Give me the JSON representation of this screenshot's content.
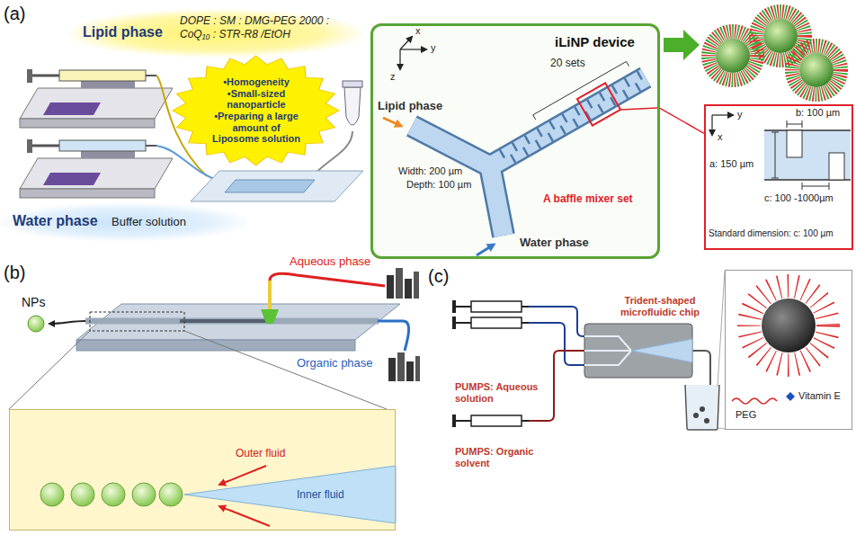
{
  "diagram": {
    "nodes": [
      {
        "text": [
          "Lipid phase",
          "DOPE : SM : DMG-PEG 2000 : CoQ₁₀ : STR-R8 /EtOH"
        ]
      },
      {
        "text": [
          "•Homogeneity",
          "•Small-sized nanoparticle",
          "•Preparing a large amount of Liposome solution"
        ]
      },
      {
        "text": [
          "Water phase",
          "Buffer solution"
        ]
      },
      {
        "text": [
          "iLiNP device",
          "20 sets",
          "Lipid phase",
          "Width: 200 µm",
          "Depth: 100 µm",
          "Water phase",
          "A baffle mixer set",
          "x",
          "y",
          "z"
        ]
      },
      {
        "text": [
          "y",
          "x",
          "b: 100 µm",
          "a: 150 µm",
          "c: 100 -1000µm",
          "Standard dimension: c: 100 µm"
        ]
      },
      {
        "text": [
          "Outer fluid",
          "Inner fluid"
        ]
      },
      {
        "text": [
          "Trident-shaped microfluidic chip"
        ]
      },
      {
        "text": [
          "PEG",
          "Vitamin E"
        ]
      }
    ],
    "edges": [
      {
        "from": 3,
        "to": 4,
        "arrow": "none"
      }
    ],
    "labels": [
      "(a)",
      "(b)",
      "(c)",
      "NPs",
      "Aqueous phase",
      "Organic phase",
      "PUMPS: Aqueous solution",
      "PUMPS: Organic solvent"
    ]
  }
}
